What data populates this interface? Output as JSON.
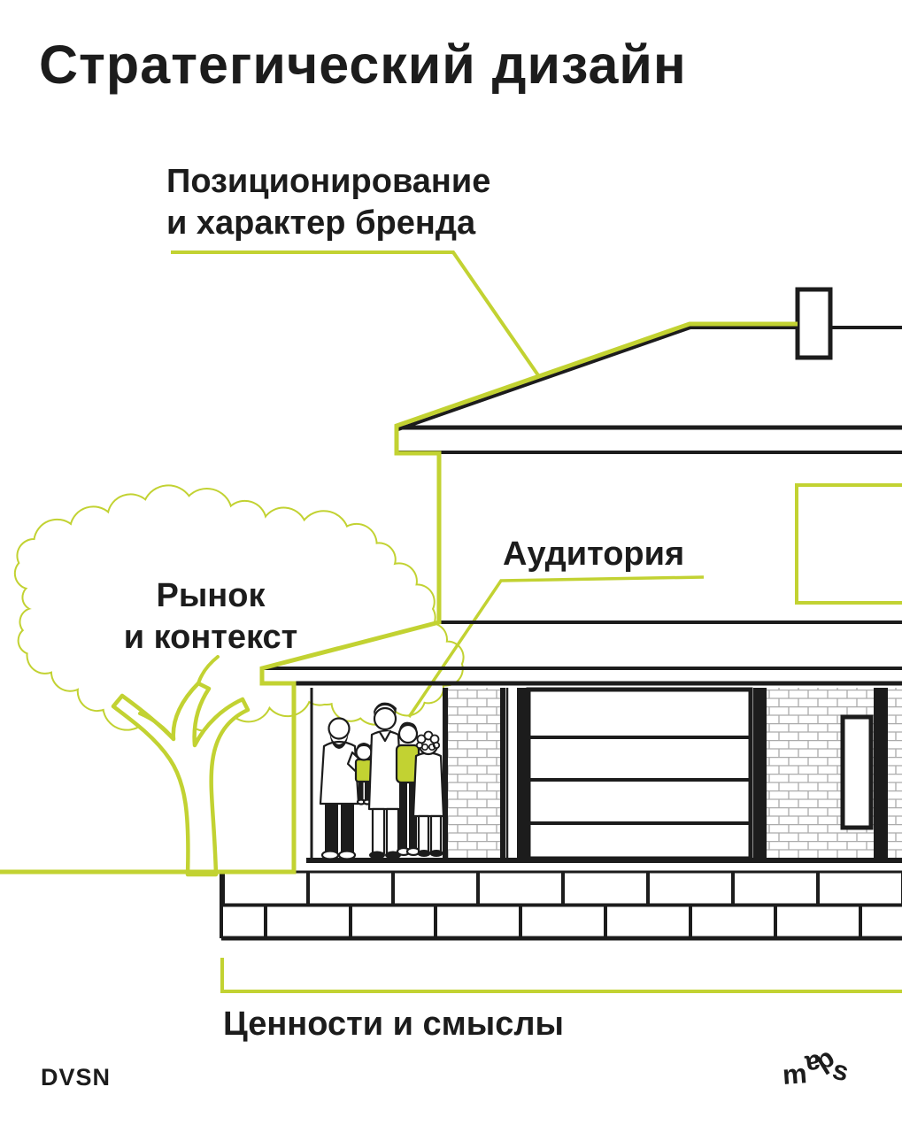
{
  "title": "Стратегический дизайн",
  "labels": {
    "positioning_line1": "Позиционирование",
    "positioning_line2": "и характер бренда",
    "market_line1": "Рынок",
    "market_line2": "и контекст",
    "audience": "Аудитория",
    "values": "Ценности и смыслы"
  },
  "footer": {
    "brand_left": "DVSN",
    "brand_right_letters": [
      "m",
      "a",
      "d",
      "s"
    ]
  },
  "colors": {
    "accent": "#c2d232",
    "ink": "#1c1c1c",
    "brick_line": "#ababab"
  },
  "illustration": {
    "scene": "line-drawn family house with tree",
    "elements": [
      "roof",
      "chimney",
      "upper-floor-window",
      "porch",
      "family-group",
      "brick-pillar",
      "garage-door",
      "brick-wall",
      "narrow-window",
      "foundation",
      "tree"
    ]
  }
}
